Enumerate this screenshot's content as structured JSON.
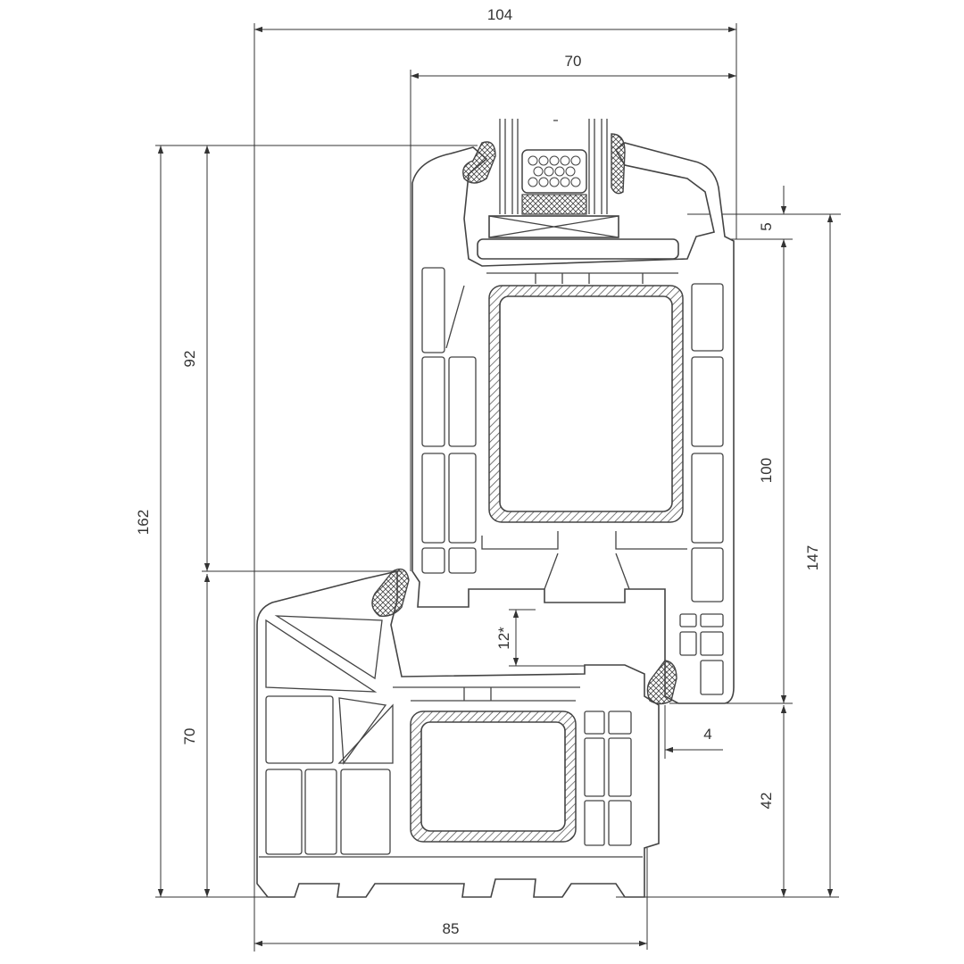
{
  "drawing": {
    "type": "window profile cross-section",
    "dimensions": {
      "overall_width": "104",
      "sash_width": "70",
      "overall_height": "162",
      "upper_height": "92",
      "frame_height": "70",
      "glazing_rebate": "5",
      "sash_height": "100",
      "right_total": "147",
      "frame_visible": "42",
      "gap": "12*",
      "overlap": "4",
      "frame_width": "85"
    },
    "colors": {
      "line": "#333333",
      "background": "#ffffff"
    }
  }
}
